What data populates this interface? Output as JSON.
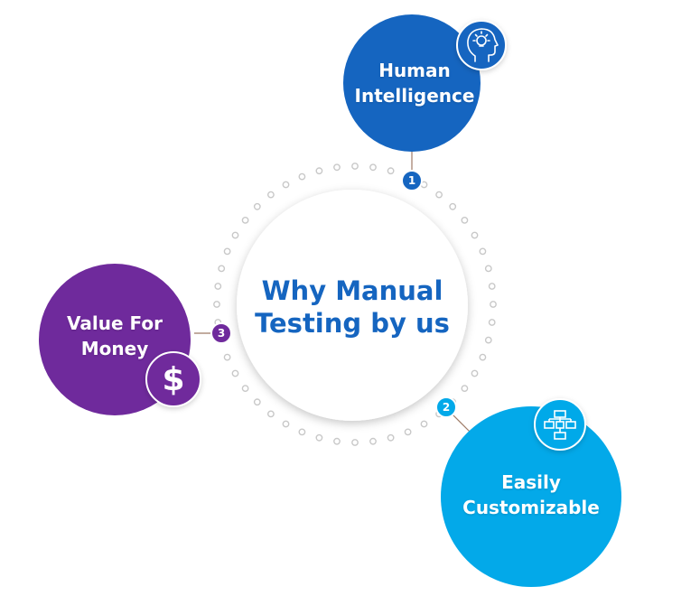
{
  "center": {
    "title_line1": "Why Manual",
    "title_line2": "Testing by us"
  },
  "nodes": [
    {
      "id": "human-intelligence",
      "line1": "Human",
      "line2": "Intelligence",
      "number": "1",
      "color": "#1565c0",
      "icon": "head-lightbulb-icon"
    },
    {
      "id": "easily-customizable",
      "line1": "Easily",
      "line2": "Customizable",
      "number": "2",
      "color": "#03a9e9",
      "icon": "flowchart-icon"
    },
    {
      "id": "value-for-money",
      "line1": "Value For",
      "line2": "Money",
      "number": "3",
      "color": "#6f2a9c",
      "icon": "dollar-icon"
    }
  ],
  "icons": {
    "dollar_symbol": "$"
  },
  "colors": {
    "center_text": "#1565c0",
    "dots": "#c8c8c8",
    "connector": "#9e7a66"
  }
}
